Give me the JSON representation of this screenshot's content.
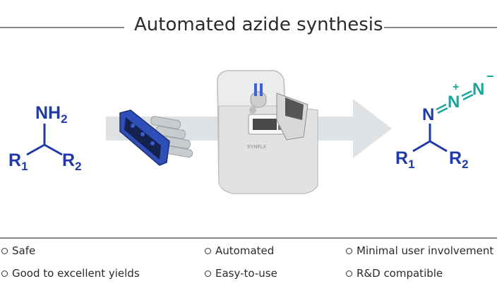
{
  "title": "Automated azide synthesis",
  "left_molecule": {
    "group": "NH",
    "group_sub": "2",
    "r1": "R",
    "r1_sub": "1",
    "r2": "R",
    "r2_sub": "2"
  },
  "right_molecule": {
    "n1": "N",
    "n2": "N",
    "n2_charge": "+",
    "n3": "N",
    "n3_charge": "−",
    "r1": "R",
    "r1_sub": "1",
    "r2": "R",
    "r2_sub": "2"
  },
  "device_label": "SYNFLX",
  "features": {
    "col1": [
      "Safe",
      "Good to excellent yields"
    ],
    "col2": [
      "Automated",
      "Easy-to-use"
    ],
    "col3": [
      "Minimal user involvement",
      "R&D compatible"
    ]
  },
  "colors": {
    "molecule_blue": "#1f3aa8",
    "azide_teal": "#1aa59a",
    "arrow_gray": "#d9dde0",
    "cartridge_blue": "#2f4fb8"
  }
}
